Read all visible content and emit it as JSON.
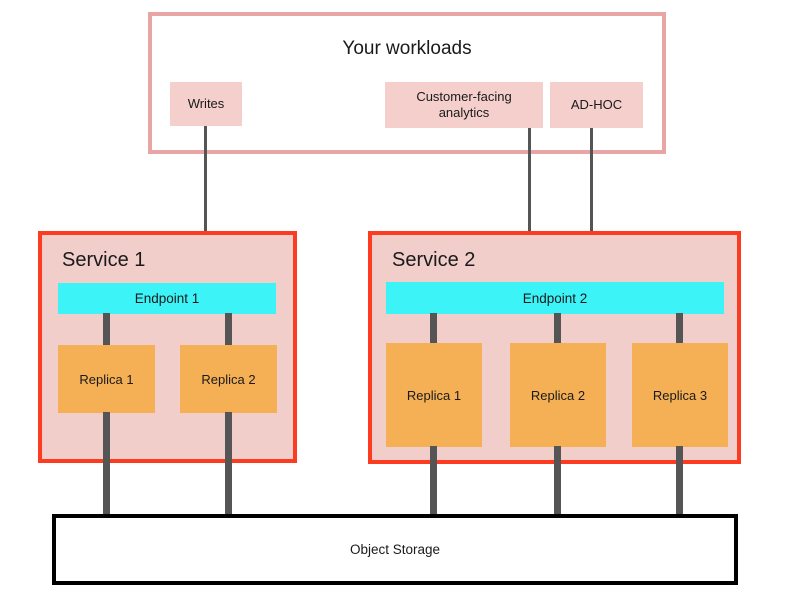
{
  "diagram": {
    "title": "Service replica architecture with object storage",
    "colors": {
      "workloads_border": "#e8a5a5",
      "chip_fill": "#f4cfcc",
      "service_border": "#fc3b21",
      "service_fill": "#f2cecb",
      "endpoint_fill": "#3cf3f7",
      "replica_fill": "#f5b055",
      "connector": "#555555",
      "storage_border": "#000000"
    }
  },
  "workloads": {
    "title": "Your workloads",
    "items": [
      {
        "label": "Writes"
      },
      {
        "label": "Customer-facing analytics"
      },
      {
        "label": "AD-HOC"
      }
    ]
  },
  "services": [
    {
      "title": "Service 1",
      "endpoint": "Endpoint 1",
      "replicas": [
        {
          "label": "Replica 1"
        },
        {
          "label": "Replica 2"
        }
      ]
    },
    {
      "title": "Service 2",
      "endpoint": "Endpoint 2",
      "replicas": [
        {
          "label": "Replica 1"
        },
        {
          "label": "Replica 2"
        },
        {
          "label": "Replica 3"
        }
      ]
    }
  ],
  "storage": {
    "label": "Object Storage"
  }
}
